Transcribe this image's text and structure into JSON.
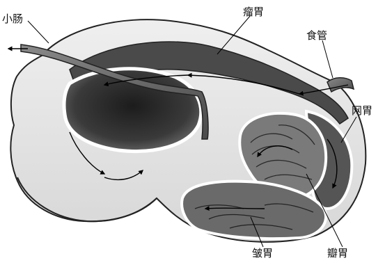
{
  "labels": {
    "small_intestine": "小肠",
    "rumen": "瘤胃",
    "esophagus": "食管",
    "reticulum": "网胃",
    "abomasum": "皱胃",
    "omasum": "瓣胃"
  }
}
